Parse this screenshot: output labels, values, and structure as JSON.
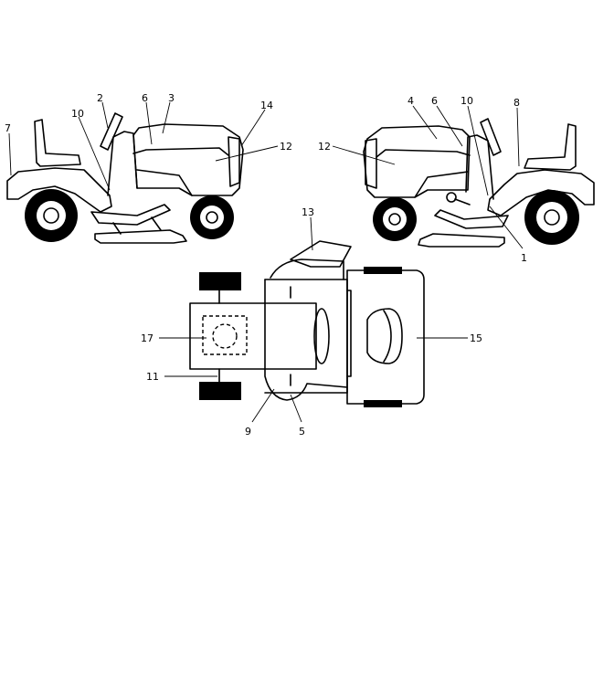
{
  "diagram": {
    "callouts": {
      "c_left_7": "7",
      "c_left_2": "2",
      "c_left_10": "10",
      "c_left_6": "6",
      "c_left_3": "3",
      "c_left_14": "14",
      "c_left_12": "12",
      "c_right_12": "12",
      "c_right_4": "4",
      "c_right_6": "6",
      "c_right_10": "10",
      "c_right_8": "8",
      "c_right_1": "1",
      "c_top_13": "13",
      "c_top_17": "17",
      "c_top_11": "11",
      "c_top_9": "9",
      "c_top_5": "5",
      "c_top_15": "15"
    }
  }
}
